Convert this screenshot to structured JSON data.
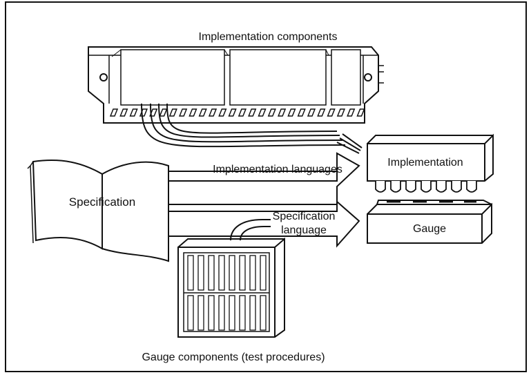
{
  "labels": {
    "implementation_components": "Implementation components",
    "implementation_languages": "Implementation languages",
    "specification": "Specification",
    "specification_language_line1": "Specification",
    "specification_language_line2": "language",
    "implementation": "Implementation",
    "gauge": "Gauge",
    "gauge_components": "Gauge components (test procedures)"
  },
  "colors": {
    "ink": "#111111",
    "paper": "#ffffff"
  }
}
